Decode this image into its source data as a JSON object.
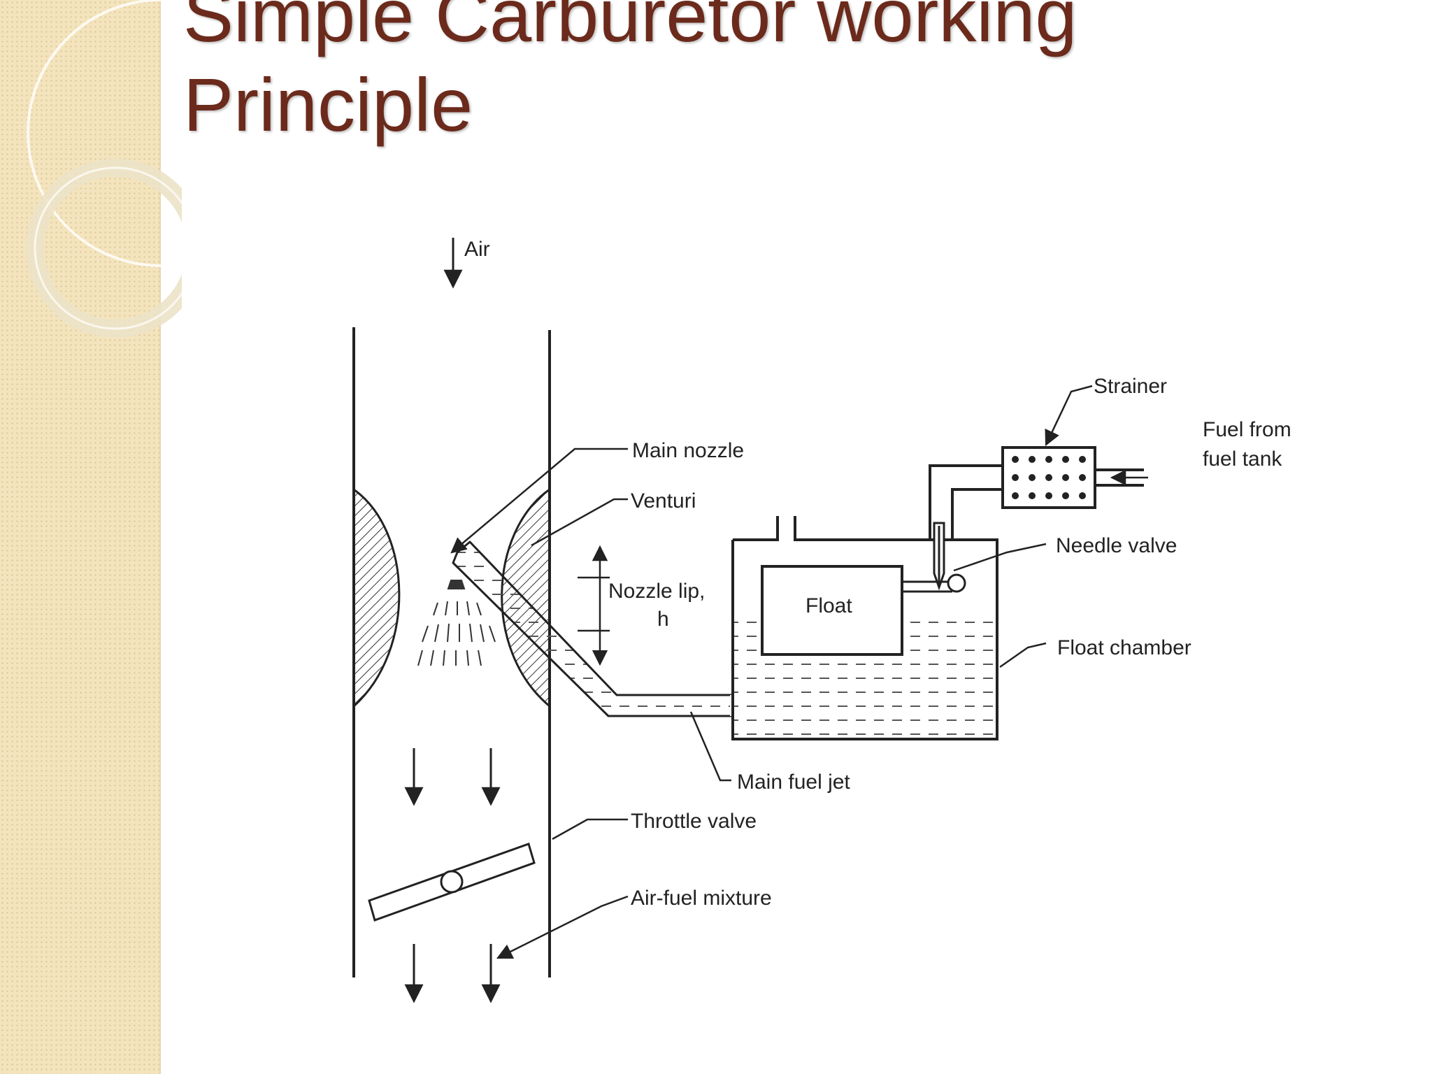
{
  "slide": {
    "title_line1": "Simple Carburetor working",
    "title_line2": "Principle"
  },
  "diagram": {
    "labels": {
      "air": "Air",
      "main_nozzle": "Main nozzle",
      "venturi": "Venturi",
      "nozzle_lip_1": "Nozzle lip,",
      "nozzle_lip_2": "h",
      "float": "Float",
      "strainer": "Strainer",
      "fuel_from_1": "Fuel from",
      "fuel_from_2": "fuel tank",
      "needle_valve": "Needle valve",
      "float_chamber": "Float chamber",
      "main_fuel_jet": "Main fuel jet",
      "throttle_valve": "Throttle valve",
      "air_fuel_mixture": "Air-fuel mixture"
    }
  }
}
